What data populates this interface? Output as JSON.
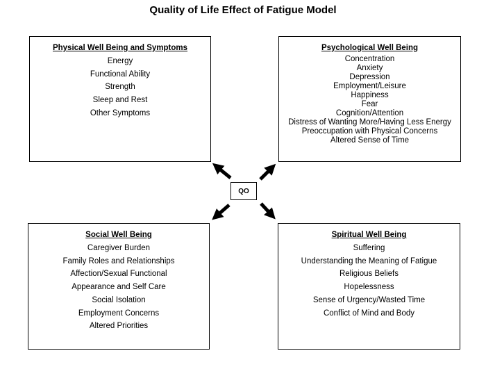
{
  "title": "Quality of Life Effect of Fatigue Model",
  "center_label": "QO",
  "boxes": {
    "physical": {
      "heading": "Physical Well Being and Symptoms",
      "items": [
        "Energy",
        "Functional Ability",
        "Strength",
        "Sleep and Rest",
        "Other Symptoms"
      ]
    },
    "psychological": {
      "heading": "Psychological Well Being",
      "items": [
        "Concentration",
        "Anxiety",
        "Depression",
        "Employment/Leisure",
        "Happiness",
        "Fear",
        "Cognition/Attention",
        "Distress of Wanting More/Having Less Energy",
        "Preoccupation with Physical Concerns",
        "Altered Sense of Time"
      ]
    },
    "social": {
      "heading": "Social Well Being",
      "items": [
        "Caregiver Burden",
        "Family Roles and Relationships",
        "Affection/Sexual Functional",
        "Appearance and Self Care",
        "Social Isolation",
        "Employment Concerns",
        "Altered Priorities"
      ]
    },
    "spiritual": {
      "heading": "Spiritual Well Being",
      "items": [
        "Suffering",
        "Understanding the Meaning of Fatigue",
        "Religious Beliefs",
        "Hopelessness",
        "Sense of Urgency/Wasted Time",
        "Conflict of Mind and Body"
      ]
    }
  }
}
